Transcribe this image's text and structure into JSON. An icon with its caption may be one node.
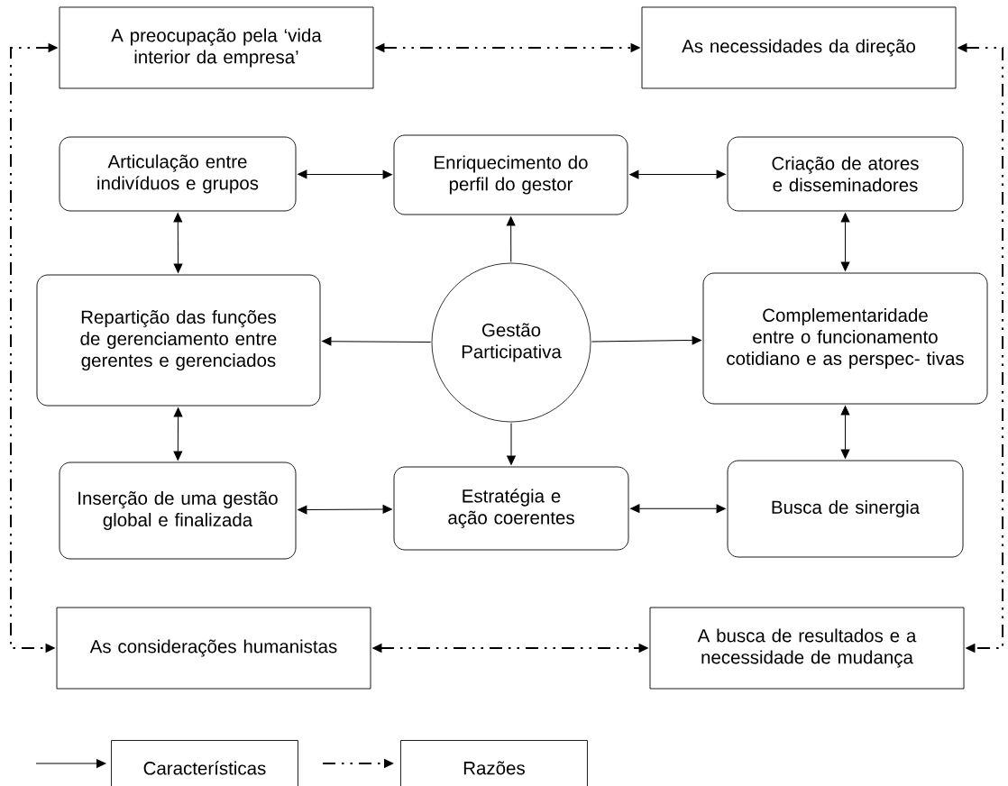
{
  "diagram": {
    "nodes": [
      {
        "text": [
          "A preocupação pela ‘vida interior da empresa’"
        ]
      },
      {
        "text": [
          "As necessidades da direção"
        ]
      },
      {
        "text": [
          "Articulação entre indivíduos e grupos"
        ]
      },
      {
        "text": [
          "Enriquecimento do perfil do gestor"
        ]
      },
      {
        "text": [
          "Criação de atores e disseminadores"
        ]
      },
      {
        "text": [
          "Repartição das funções de gerenciamento entre gerentes e gerenciados"
        ]
      },
      {
        "text": [
          "Gestão Participativa"
        ]
      },
      {
        "text": [
          "Complementaridade entre o funcionamento cotidiano e as perspec- tivas"
        ]
      },
      {
        "text": [
          "Inserção de uma gestão global e finalizada"
        ]
      },
      {
        "text": [
          "Estratégia e ação coerentes"
        ]
      },
      {
        "text": [
          "Busca de sinergia"
        ]
      },
      {
        "text": [
          "As considerações humanistas"
        ]
      },
      {
        "text": [
          "A busca de resultados e a necessidade de mudança"
        ]
      }
    ],
    "edges": [
      {
        "from": 0,
        "to": 1,
        "arrow": "both",
        "style": "dashed"
      },
      {
        "from": 0,
        "to": 11,
        "arrow": "both",
        "style": "dashed"
      },
      {
        "from": 1,
        "to": 12,
        "arrow": "both",
        "style": "dashed"
      },
      {
        "from": 2,
        "to": 3,
        "arrow": "both"
      },
      {
        "from": 3,
        "to": 4,
        "arrow": "both"
      },
      {
        "from": 2,
        "to": 5,
        "arrow": "both"
      },
      {
        "from": 4,
        "to": 7,
        "arrow": "both"
      },
      {
        "from": 6,
        "to": 3,
        "arrow": "to"
      },
      {
        "from": 6,
        "to": 5,
        "arrow": "to"
      },
      {
        "from": 6,
        "to": 7,
        "arrow": "to"
      },
      {
        "from": 6,
        "to": 9,
        "arrow": "to"
      },
      {
        "from": 5,
        "to": 8,
        "arrow": "both"
      },
      {
        "from": 7,
        "to": 10,
        "arrow": "both"
      },
      {
        "from": 8,
        "to": 9,
        "arrow": "both"
      },
      {
        "from": 9,
        "to": 10,
        "arrow": "both"
      },
      {
        "from": 11,
        "to": 12,
        "arrow": "both",
        "style": "dashed"
      }
    ],
    "legend": [
      {
        "text": "Características"
      },
      {
        "text": "Razões"
      }
    ]
  }
}
